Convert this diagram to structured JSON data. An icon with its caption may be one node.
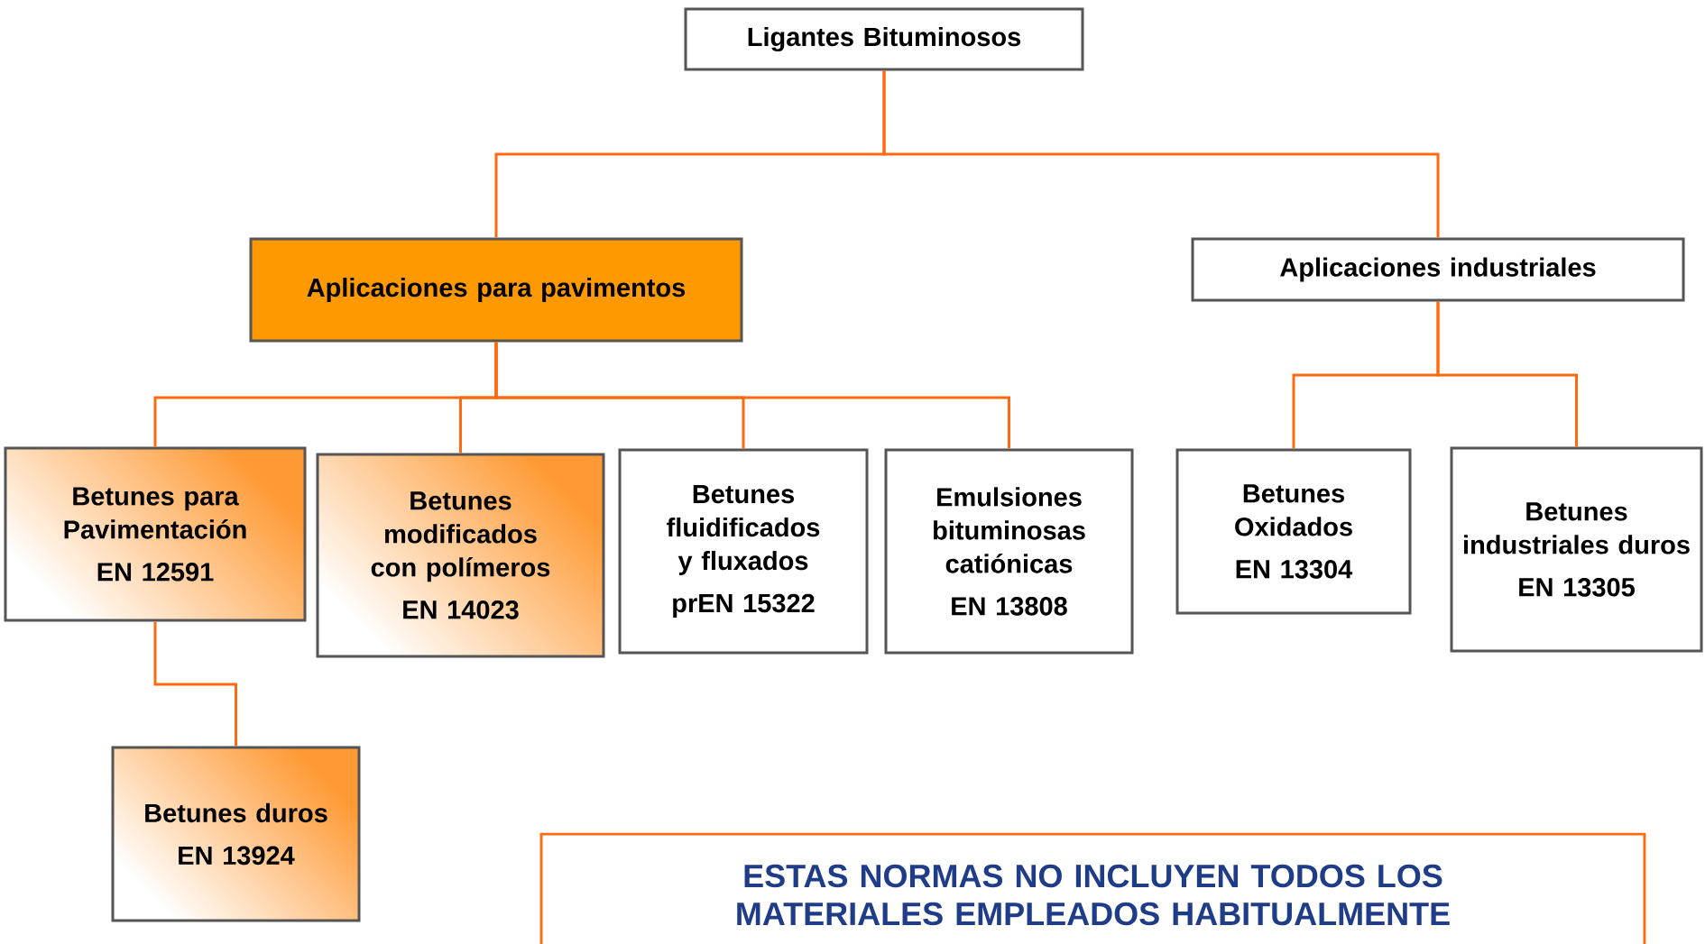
{
  "diagram": {
    "nodes": [
      {
        "text": [
          "Ligantes Bituminosos"
        ]
      },
      {
        "text": [
          "Aplicaciones para pavimentos"
        ]
      },
      {
        "text": [
          "Aplicaciones industriales"
        ]
      },
      {
        "text": [
          "Betunes para Pavimentación",
          "EN 12591"
        ]
      },
      {
        "text": [
          "Betunes modificados con polímeros",
          "EN 14023"
        ]
      },
      {
        "text": [
          "Betunes fluidificados y fluxados",
          "prEN 15322"
        ]
      },
      {
        "text": [
          "Emulsiones bituminosas catiónicas",
          "EN 13808"
        ]
      },
      {
        "text": [
          "Betunes Oxidados",
          "EN 13304"
        ]
      },
      {
        "text": [
          "Betunes industriales duros",
          "EN 13305"
        ]
      },
      {
        "text": [
          "Betunes duros",
          "EN 13924"
        ]
      },
      {
        "text": [
          "ESTAS NORMAS NO INCLUYEN TODOS LOS MATERIALES EMPLEADOS HABITUALMENTE"
        ]
      }
    ],
    "edges": [
      {
        "from": 0,
        "to": 1,
        "arrow": "none"
      },
      {
        "from": 0,
        "to": 2,
        "arrow": "none"
      },
      {
        "from": 1,
        "to": 3,
        "arrow": "none"
      },
      {
        "from": 1,
        "to": 4,
        "arrow": "none"
      },
      {
        "from": 1,
        "to": 5,
        "arrow": "none"
      },
      {
        "from": 1,
        "to": 6,
        "arrow": "none"
      },
      {
        "from": 2,
        "to": 7,
        "arrow": "none"
      },
      {
        "from": 2,
        "to": 8,
        "arrow": "none"
      },
      {
        "from": 3,
        "to": 9,
        "arrow": "none"
      }
    ]
  }
}
